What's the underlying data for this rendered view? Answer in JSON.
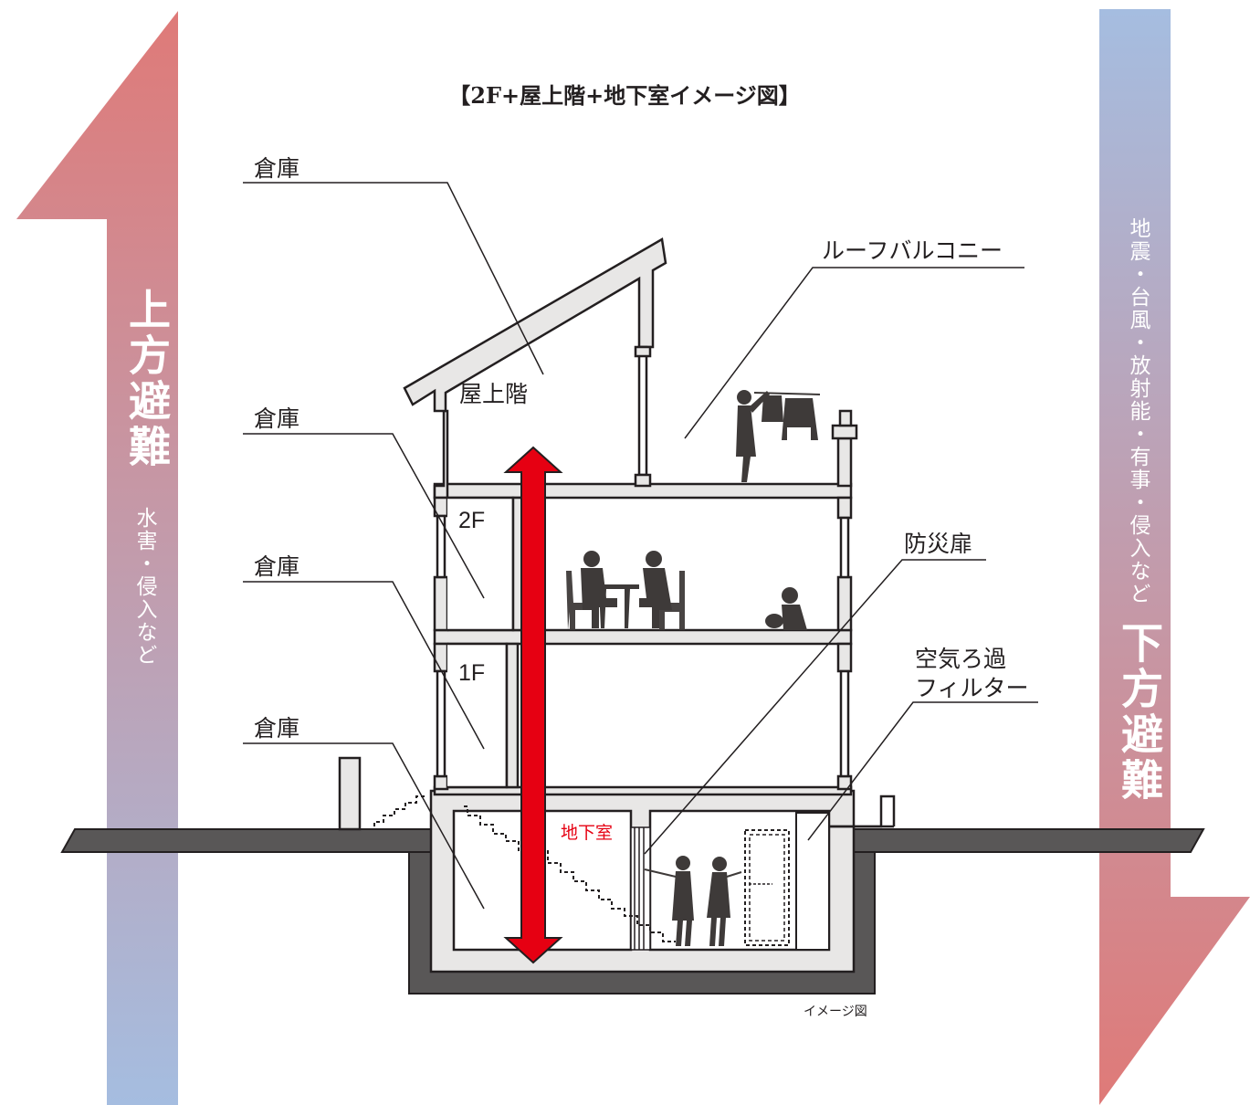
{
  "title": "【2F+屋上階+地下室イメージ図】",
  "caption": "イメージ図",
  "labels": {
    "storage_attic": "倉庫",
    "storage_2f": "倉庫",
    "storage_1f": "倉庫",
    "storage_basement": "倉庫",
    "rooftop_floor": "屋上階",
    "roof_balcony": "ルーフバルコニー",
    "floor_2f": "2F",
    "floor_1f": "1F",
    "disaster_door": "防災扉",
    "air_filter_line1": "空気ろ過",
    "air_filter_line2": "フィルター",
    "basement": "地下室"
  },
  "left_arrow": {
    "main": "上方避難",
    "sub": "水害・侵入など",
    "gradient_top": "#df7a78",
    "gradient_bottom": "#a5bde0"
  },
  "right_arrow": {
    "sub": "地震・台風・放射能・有事・侵入など",
    "main": "下方避難",
    "gradient_top": "#a5bde0",
    "gradient_bottom": "#df7a78"
  },
  "colors": {
    "accent_red": "#e60012",
    "wall_fill": "#e8e7e6",
    "ground": "#595757",
    "silhouette": "#3e3a39"
  }
}
